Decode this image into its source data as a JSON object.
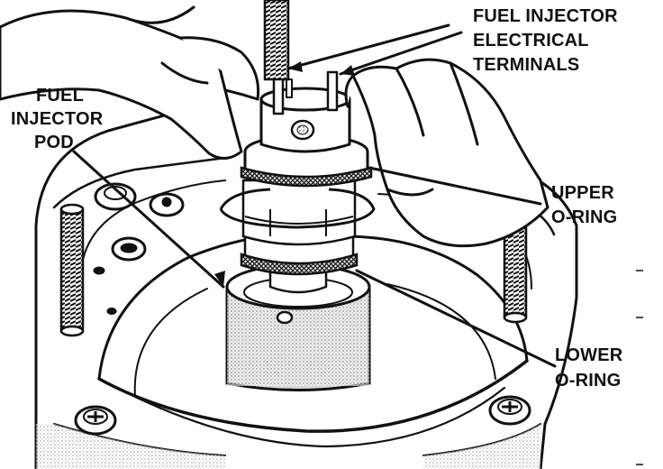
{
  "labels": {
    "terminals": [
      "FUEL INJECTOR",
      "ELECTRICAL",
      "TERMINALS"
    ],
    "pod": [
      "FUEL",
      "INJECTOR",
      "POD"
    ],
    "upper_oring": [
      "UPPER",
      "O-RING"
    ],
    "lower_oring": [
      "LOWER",
      "O-RING"
    ]
  },
  "colors": {
    "ink": "#111111",
    "paper": "#ffffff",
    "screen": "#d8d8d8"
  }
}
